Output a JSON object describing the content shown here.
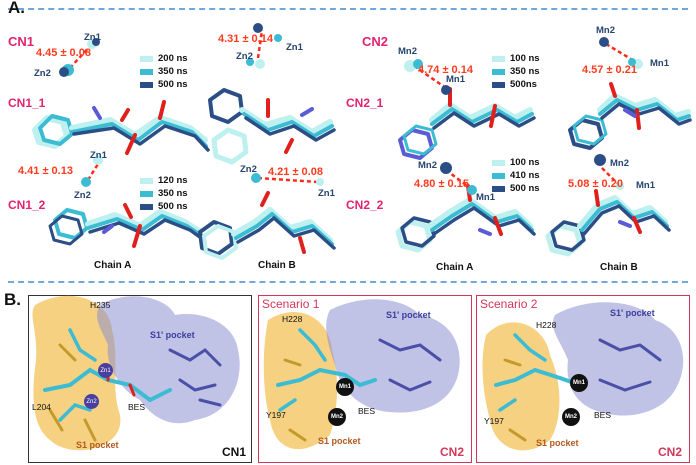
{
  "panelA": {
    "letter": "A.",
    "legend_colors": [
      "#bdf0ef",
      "#3bbcd3",
      "#2c4e86"
    ],
    "groups": {
      "cn1": {
        "title": "CN1",
        "rows": [
          {
            "label": "CN1_1",
            "distA": "4.45 ± 0.08",
            "distB": "4.31 ± 0.14",
            "legend": [
              "200 ns",
              "350 ns",
              "500 ns"
            ],
            "zinc": [
              "Zn1",
              "Zn2",
              "Zn2",
              "Zn1"
            ]
          },
          {
            "label": "CN1_2",
            "distA": "4.41 ± 0.13",
            "distB": "4.21 ± 0.08",
            "legend": [
              "120 ns",
              "350 ns",
              "500 ns"
            ],
            "zinc": [
              "Zn1",
              "Zn2",
              "Zn2",
              "Zn1"
            ]
          }
        ],
        "chains": [
          "Chain A",
          "Chain B"
        ]
      },
      "cn2": {
        "title": "CN2",
        "rows": [
          {
            "label": "CN2_1",
            "distA": "4.74 ± 0.14",
            "distB": "4.57 ± 0.21",
            "legend": [
              "100 ns",
              "350 ns",
              "500ns"
            ],
            "metals": [
              "Mn2",
              "Mn1",
              "Mn2",
              "Mn1"
            ]
          },
          {
            "label": "CN2_2",
            "distA": "4.80 ± 0.15",
            "distB": "5.08 ± 0.20",
            "legend": [
              "100 ns",
              "410 ns",
              "500 ns"
            ],
            "metals": [
              "Mn2",
              "Mn1",
              "Mn2",
              "Mn1"
            ]
          }
        ],
        "chains": [
          "Chain A",
          "Chain B"
        ]
      }
    }
  },
  "panelB": {
    "letter": "B.",
    "boxes": [
      {
        "corner": "CN1",
        "labels": {
          "his": "H235",
          "leu": "L204",
          "bes": "BES",
          "s1": "S1 pocket",
          "s1p": "S1' pocket",
          "m1": "Zn1",
          "m2": "Zn2"
        }
      },
      {
        "scenario": "Scenario 1",
        "corner": "CN2",
        "labels": {
          "his": "H228",
          "tyr": "Y197",
          "bes": "BES",
          "s1": "S1 pocket",
          "s1p": "S1' pocket",
          "m1": "Mn1",
          "m2": "Mn2"
        }
      },
      {
        "scenario": "Scenario 2",
        "corner": "CN2",
        "labels": {
          "his": "H228",
          "tyr": "Y197",
          "bes": "BES",
          "s1": "S1 pocket",
          "s1p": "S1' pocket",
          "m1": "Mn1",
          "m2": "Mn2"
        }
      }
    ]
  }
}
